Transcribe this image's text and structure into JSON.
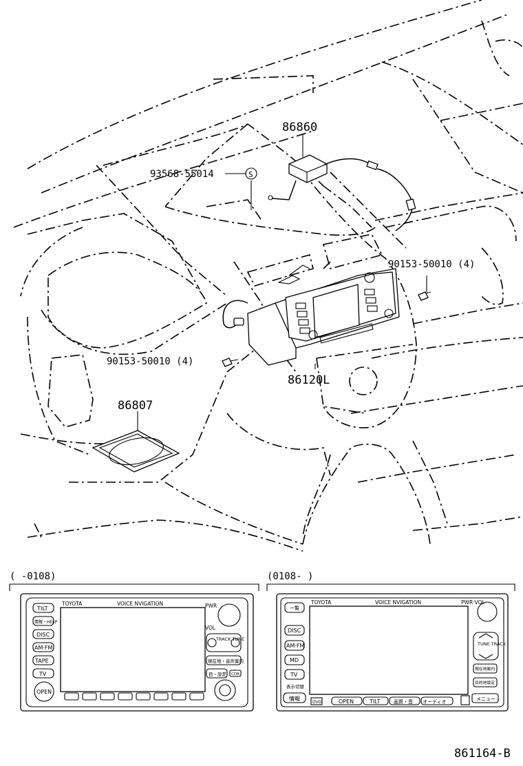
{
  "parts": {
    "antenna": "86860",
    "clamp": "93568-55014",
    "clamp_symbol": "S",
    "screw_right": "90153-50010 (4)",
    "screw_left": "90153-50010 (4)",
    "nav_unit": "86120L",
    "bezel": "86807"
  },
  "variant_a": {
    "range": "(      -0108)",
    "brand": "TOYOTA",
    "system": "VOICE NVIGATION",
    "pwr": "PWR",
    "vol": "VOL",
    "buttons": [
      "TILT",
      "情報・HELP",
      "DISC",
      "AM·FM",
      "TAPE",
      "TV"
    ],
    "open": "OPEN",
    "track_tune": "TRACK TUNE",
    "right_buttons": [
      "現在地・音声案内",
      "目・設定",
      "CDR"
    ]
  },
  "variant_b": {
    "range": "(0108-      )",
    "brand": "TOYOTA",
    "system": "VOICE NVIGATION",
    "pwr_vol": "PWR·VOL",
    "buttons": [
      "一覧",
      "DISC",
      "AM·FM",
      "MD",
      "TV",
      "表示切替"
    ],
    "info": "情報",
    "dvd": "DVD",
    "bottom_buttons": [
      "OPEN",
      "TILT",
      "画質・音",
      "オーディオ"
    ],
    "tune_track": "TUNE TRACK",
    "right_buttons": [
      "現在地案内",
      "目的地設定",
      "メニュー"
    ]
  },
  "ref_code": "861164-B"
}
